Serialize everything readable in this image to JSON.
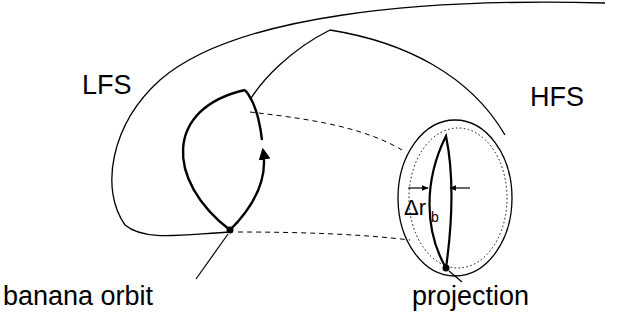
{
  "diagram": {
    "labels": [
      "LFS",
      "HFS",
      "Δr",
      "b",
      "banana orbit",
      "projection"
    ]
  }
}
